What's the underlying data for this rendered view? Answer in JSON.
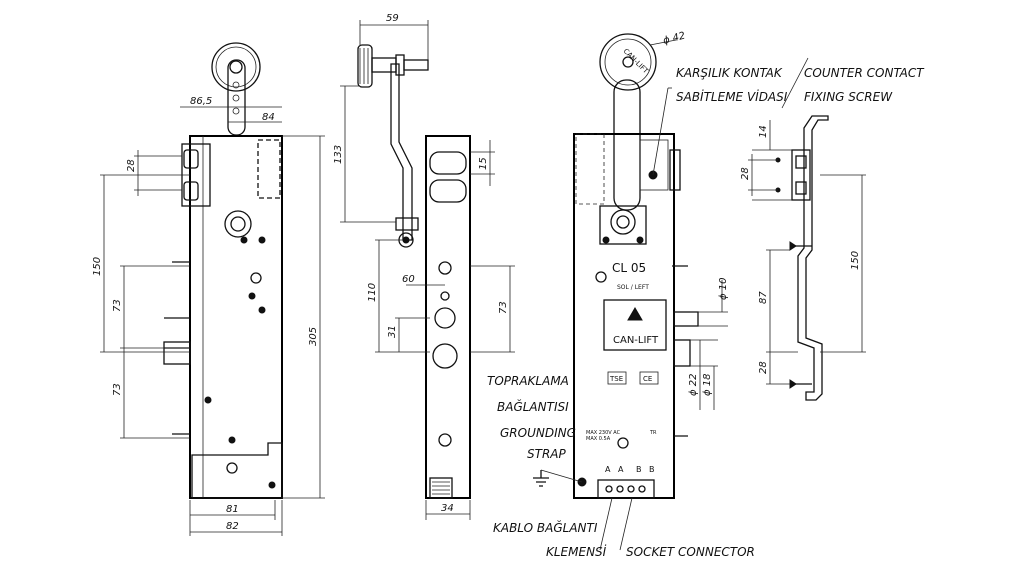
{
  "dimensions": {
    "d_86_5": "86,5",
    "d_84": "84",
    "d_28_left": "28",
    "d_150_left": "150",
    "d_73_a": "73",
    "d_73_b": "73",
    "d_305": "305",
    "d_81": "81",
    "d_82": "82",
    "d_59": "59",
    "d_133": "133",
    "d_15": "15",
    "d_60": "60",
    "d_110": "110",
    "d_31": "31",
    "d_73_side": "73",
    "d_34": "34",
    "d_phi42": "ϕ 42",
    "d_phi10": "ϕ 10",
    "d_phi22": "ϕ 22",
    "d_phi18": "ϕ 18",
    "d_14": "14",
    "d_28_right": "28",
    "d_150_right": "150",
    "d_87": "87",
    "d_28_bottom": "28"
  },
  "labels": {
    "counter_contact_tr": "KARŞILIK KONTAK",
    "fixing_screw_tr": "SABİTLEME VİDASI",
    "counter_contact_en": "COUNTER CONTACT",
    "fixing_screw_en": "FIXING SCREW",
    "grounding_tr_1": "TOPRAKLAMA",
    "grounding_tr_2": "BAĞLANTISI",
    "grounding_en_1": "GROUNDING",
    "grounding_en_2": "STRAP",
    "cable_tr_1": "KABLO BAĞLANTI",
    "cable_tr_2": "KLEMENSİ",
    "socket_en": "SOCKET CONNECTOR"
  },
  "device": {
    "model": "CL 05",
    "side": "SOL / LEFT",
    "brand": "CAN-LIFT",
    "roller_text": "CAN-LIFT",
    "rating_1": "MAX 230V AC",
    "rating_2": "MAX 0.5A",
    "tse": "TSE",
    "ce_mark": "CE",
    "tr_mark": "TR",
    "terminals": [
      "A",
      "A",
      "B",
      "B"
    ]
  }
}
